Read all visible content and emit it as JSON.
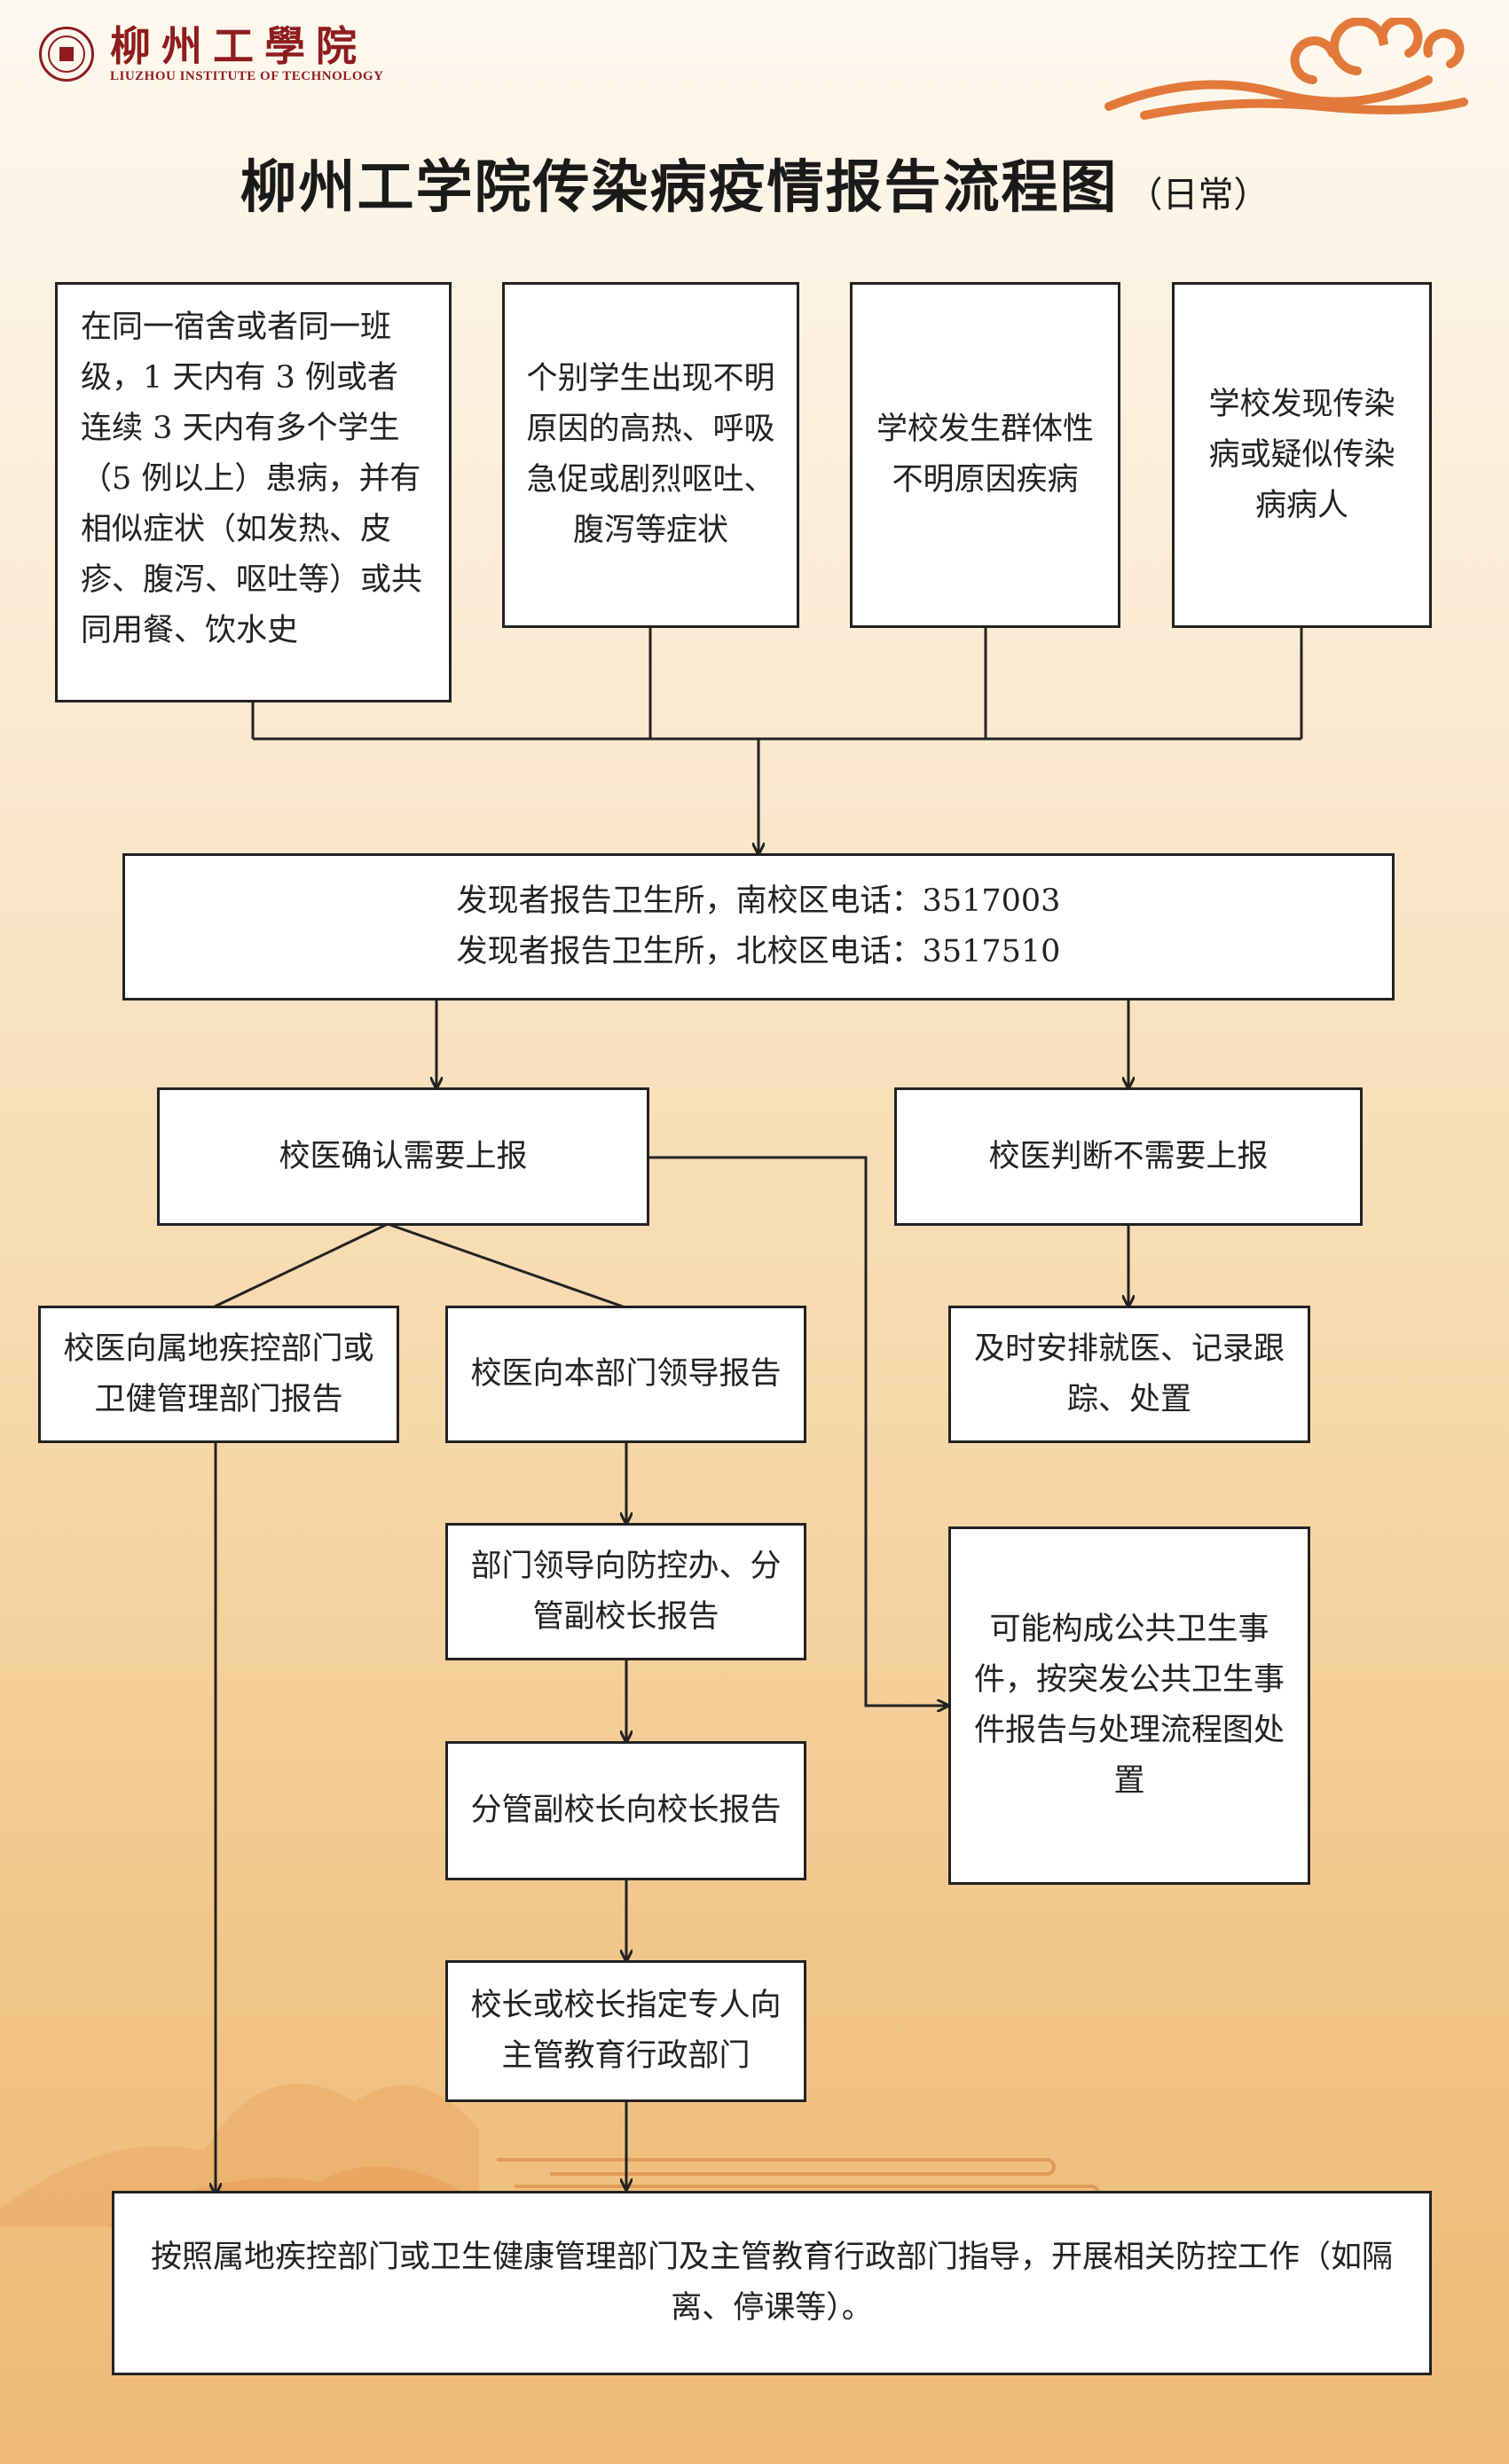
{
  "header": {
    "logo_cn": "柳州工學院",
    "logo_en": "LIUZHOU INSTITUTE OF TECHNOLOGY"
  },
  "title": {
    "main": "柳州工学院传染病疫情报告流程图",
    "sub": "（日常）"
  },
  "nodes": {
    "trigger_dorm": "在同一宿舍或者同一班级，1 天内有 3 例或者连续 3 天内有多个学生（5 例以上）患病，并有相似症状（如发热、皮疹、腹泻、呕吐等）或共同用餐、饮水史",
    "trigger_individual": "个别学生出现不明原因的高热、呼吸急促或剧烈呕吐、腹泻等症状",
    "trigger_group": "学校发生群体性不明原因疾病",
    "trigger_infectious": "学校发现传染病或疑似传染病病人",
    "report_clinic_south": "发现者报告卫生所，南校区电话：3517003",
    "report_clinic_north": "发现者报告卫生所，北校区电话：3517510",
    "doctor_confirm": "校医确认需要上报",
    "doctor_no_report": "校医判断不需要上报",
    "report_cdc": "校医向属地疾控部门或卫健管理部门报告",
    "report_dept_leader": "校医向本部门领导报告",
    "arrange_treatment": "及时安排就医、记录跟踪、处置",
    "leader_to_office": "部门领导向防控办、分管副校长报告",
    "public_health_event": "可能构成公共卫生事件，按突发公共卫生事件报告与处理流程图处置",
    "vice_to_president": "分管副校长向校长报告",
    "president_to_edu": "校长或校长指定专人向主管教育行政部门",
    "final_action": "按照属地疾控部门或卫生健康管理部门及主管教育行政部门指导，开展相关防控工作（如隔离、停课等）。"
  },
  "colors": {
    "brand": "#8e1c1f",
    "line": "#222222",
    "cloud": "#e2793a"
  }
}
